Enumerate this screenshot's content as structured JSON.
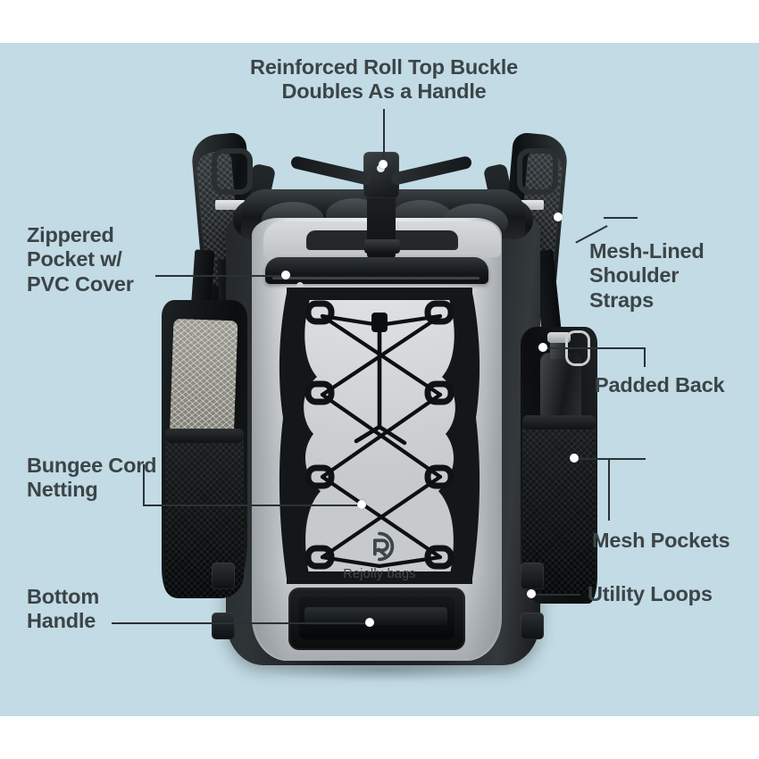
{
  "page": {
    "background_color": "#ffffff",
    "panel_color": "#c2dbe4",
    "text_color": "#3c4448",
    "leader_color": "#2b3135"
  },
  "product": {
    "brand_name": "Rejolly bags",
    "brand_mark": "r-circle-logo",
    "type": "waterproof-roll-top-backpack"
  },
  "callouts": [
    {
      "id": "roll-top-buckle",
      "label": "Reinforced Roll Top Buckle\nDoubles As a Handle",
      "position": "top-center"
    },
    {
      "id": "zippered-pocket",
      "label": "Zippered\nPocket w/\nPVC Cover",
      "position": "left"
    },
    {
      "id": "bungee-cord-netting",
      "label": "Bungee Cord\nNetting",
      "position": "left"
    },
    {
      "id": "bottom-handle",
      "label": "Bottom\nHandle",
      "position": "left"
    },
    {
      "id": "mesh-lined-shoulder-straps",
      "label": "Mesh-Lined\nShoulder\nStraps",
      "position": "right"
    },
    {
      "id": "padded-back",
      "label": "Padded Back",
      "position": "right"
    },
    {
      "id": "mesh-pockets",
      "label": "Mesh Pockets",
      "position": "right"
    },
    {
      "id": "utility-loops",
      "label": "Utility Loops",
      "position": "right"
    }
  ]
}
